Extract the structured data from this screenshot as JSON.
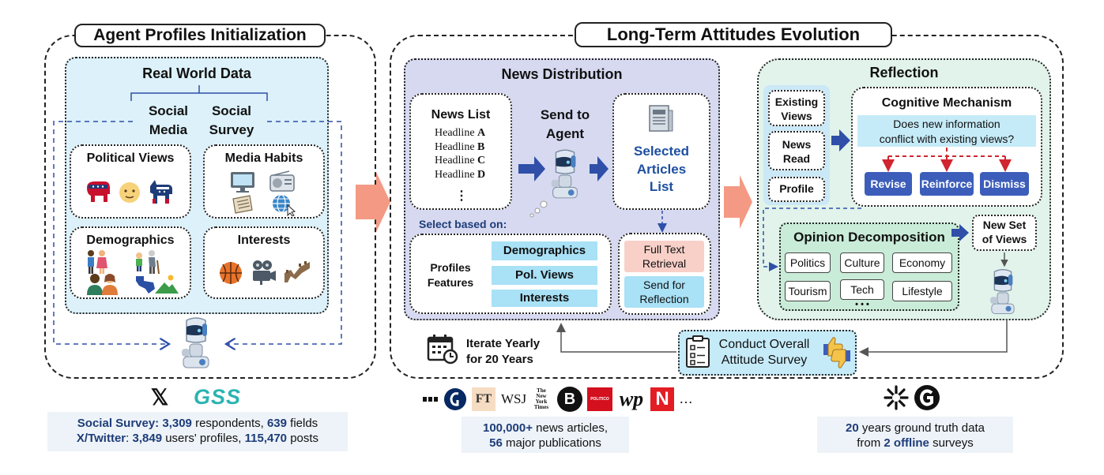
{
  "left": {
    "title": "Agent Profiles Initialization",
    "real_world_title": "Real World Data",
    "source_social_media": "Social\nMedia",
    "source_social_survey": "Social\nSurvey",
    "political_views": "Political Views",
    "media_habits": "Media Habits",
    "demographics": "Demographics",
    "interests": "Interests",
    "footer_line1_label": "Social Survey:",
    "footer_line1_n1": "3,309",
    "footer_line1_t1": " respondents, ",
    "footer_line1_n2": "639",
    "footer_line1_t2": " fields",
    "footer_line2_label": "X/Twitter",
    "footer_line2_sep": ": ",
    "footer_line2_n1": "3,849",
    "footer_line2_t1": " users' profiles, ",
    "footer_line2_n2": "115,470",
    "footer_line2_t2": " posts",
    "logo_x": "𝕏",
    "logo_gss": "GSS"
  },
  "middle": {
    "title": "Long-Term Attitudes Evolution",
    "news_distribution": "News Distribution",
    "news_list_title": "News List",
    "headlines": [
      {
        "prefix": "Headline ",
        "letter": "A"
      },
      {
        "prefix": "Headline ",
        "letter": "B"
      },
      {
        "prefix": "Headline ",
        "letter": "C"
      },
      {
        "prefix": "Headline ",
        "letter": "D"
      }
    ],
    "headline_more": "⋮",
    "send_to_agent": "Send to\nAgent",
    "selected_articles": "Selected\nArticles\nList",
    "select_based_on": "Select based on:",
    "profiles_features": "Profiles\nFeatures",
    "feature_pills": [
      "Demographics",
      "Pol. Views",
      "Interests"
    ],
    "full_text": "Full Text\nRetrieval",
    "send_for_reflection": "Send for\nReflection",
    "iterate": "Iterate Yearly\nfor 20 Years",
    "survey": "Conduct Overall\nAttitude Survey",
    "publication_logos": [
      "FT",
      "WSJ",
      "The\nNew York\nTimes",
      "B",
      "POLITICO",
      "wp",
      "N"
    ],
    "logos_more": "…",
    "footer_n1": "100,000+",
    "footer_t1": " news articles,",
    "footer_n2": "56",
    "footer_t2": " major publications"
  },
  "reflection": {
    "title": "Reflection",
    "existing_views": "Existing\nViews",
    "news_read": "News\nRead",
    "profile": "Profile",
    "cognitive_title": "Cognitive Mechanism",
    "question": "Does new information\nconflict with existing views?",
    "buttons": [
      "Revise",
      "Reinforce",
      "Dismiss"
    ],
    "opinion_title": "Opinion Decomposition",
    "topics": [
      "Politics",
      "Culture",
      "Economy",
      "Tourism",
      "Tech",
      "Lifestyle"
    ],
    "topics_more": "• • •",
    "new_views": "New Set\nof Views",
    "footer_n1": "20",
    "footer_t1": " years ground truth data",
    "footer_t2": "from ",
    "footer_n2": "2 offline",
    "footer_t3": " surveys"
  },
  "colors": {
    "left_panel_fill": "#dcf1fa",
    "news_panel_fill": "#d6d9f0",
    "reflection_panel_fill": "#e1f3ea",
    "opinion_fill": "#c9ecd8",
    "pill_fill": "#a9e1f6",
    "button_blue": "#3c5dba",
    "arrow_blue": "#2f4fa8",
    "big_arrow": "#f49a84",
    "question_fill": "#c6ebf8"
  }
}
